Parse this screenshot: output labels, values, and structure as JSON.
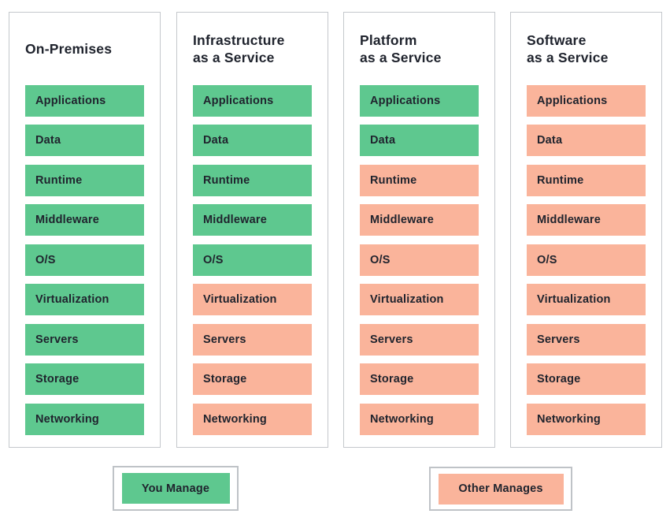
{
  "layers": [
    "Applications",
    "Data",
    "Runtime",
    "Middleware",
    "O/S",
    "Virtualization",
    "Servers",
    "Storage",
    "Networking"
  ],
  "columns": [
    {
      "id": "on-premises",
      "title": "On-Premises",
      "managed": [
        "you",
        "you",
        "you",
        "you",
        "you",
        "you",
        "you",
        "you",
        "you"
      ]
    },
    {
      "id": "infrastructure-as-a-service",
      "title": "Infrastructure\nas a Service",
      "managed": [
        "you",
        "you",
        "you",
        "you",
        "you",
        "other",
        "other",
        "other",
        "other"
      ]
    },
    {
      "id": "platform-as-a-service",
      "title": "Platform\nas a Service",
      "managed": [
        "you",
        "you",
        "other",
        "other",
        "other",
        "other",
        "other",
        "other",
        "other"
      ]
    },
    {
      "id": "software-as-a-service",
      "title": "Software\nas a Service",
      "managed": [
        "other",
        "other",
        "other",
        "other",
        "other",
        "other",
        "other",
        "other",
        "other"
      ]
    }
  ],
  "legend": [
    {
      "id": "you-manage",
      "label": "You Manage",
      "status": "you"
    },
    {
      "id": "other-manages",
      "label": "Other Manages",
      "status": "other"
    }
  ],
  "colors": {
    "you": "#5ec88f",
    "other": "#fab49b",
    "text": "#20242e",
    "column_border": "#c4c8cc",
    "legend_border": "#bfc3c7",
    "background": "#ffffff"
  }
}
